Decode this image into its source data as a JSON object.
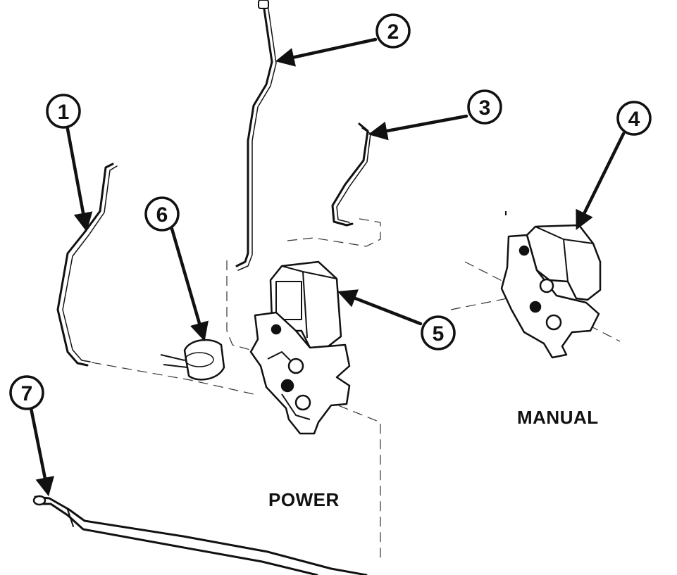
{
  "callouts": [
    {
      "id": "1",
      "text": "1"
    },
    {
      "id": "2",
      "text": "2"
    },
    {
      "id": "3",
      "text": "3"
    },
    {
      "id": "4",
      "text": "4"
    },
    {
      "id": "5",
      "text": "5"
    },
    {
      "id": "6",
      "text": "6"
    },
    {
      "id": "7",
      "text": "7"
    }
  ],
  "labels": {
    "manual": "MANUAL",
    "power": "POWER"
  },
  "icons": {
    "rod_1": "link-rod-icon",
    "rod_2": "link-rod-icon",
    "rod_3": "link-rod-icon",
    "manual_latch": "door-latch-icon",
    "power_latch": "door-latch-icon",
    "motor": "actuator-motor-icon",
    "cable": "release-cable-icon"
  },
  "colors": {
    "ink": "#111111",
    "paper": "#ffffff"
  }
}
